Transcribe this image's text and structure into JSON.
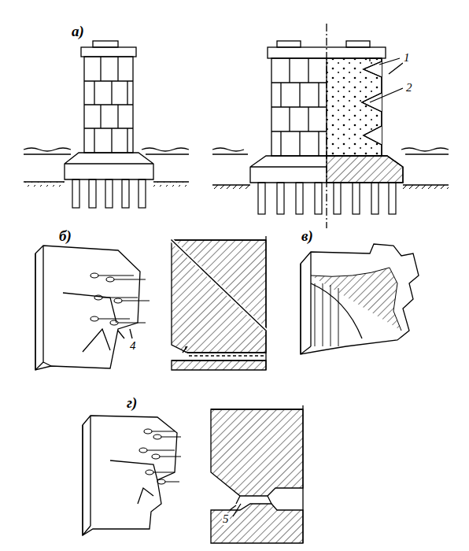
{
  "diagram": {
    "labels": [
      "а)",
      "1",
      "2",
      "б)",
      "4",
      "в)",
      "г)",
      "5"
    ]
  }
}
